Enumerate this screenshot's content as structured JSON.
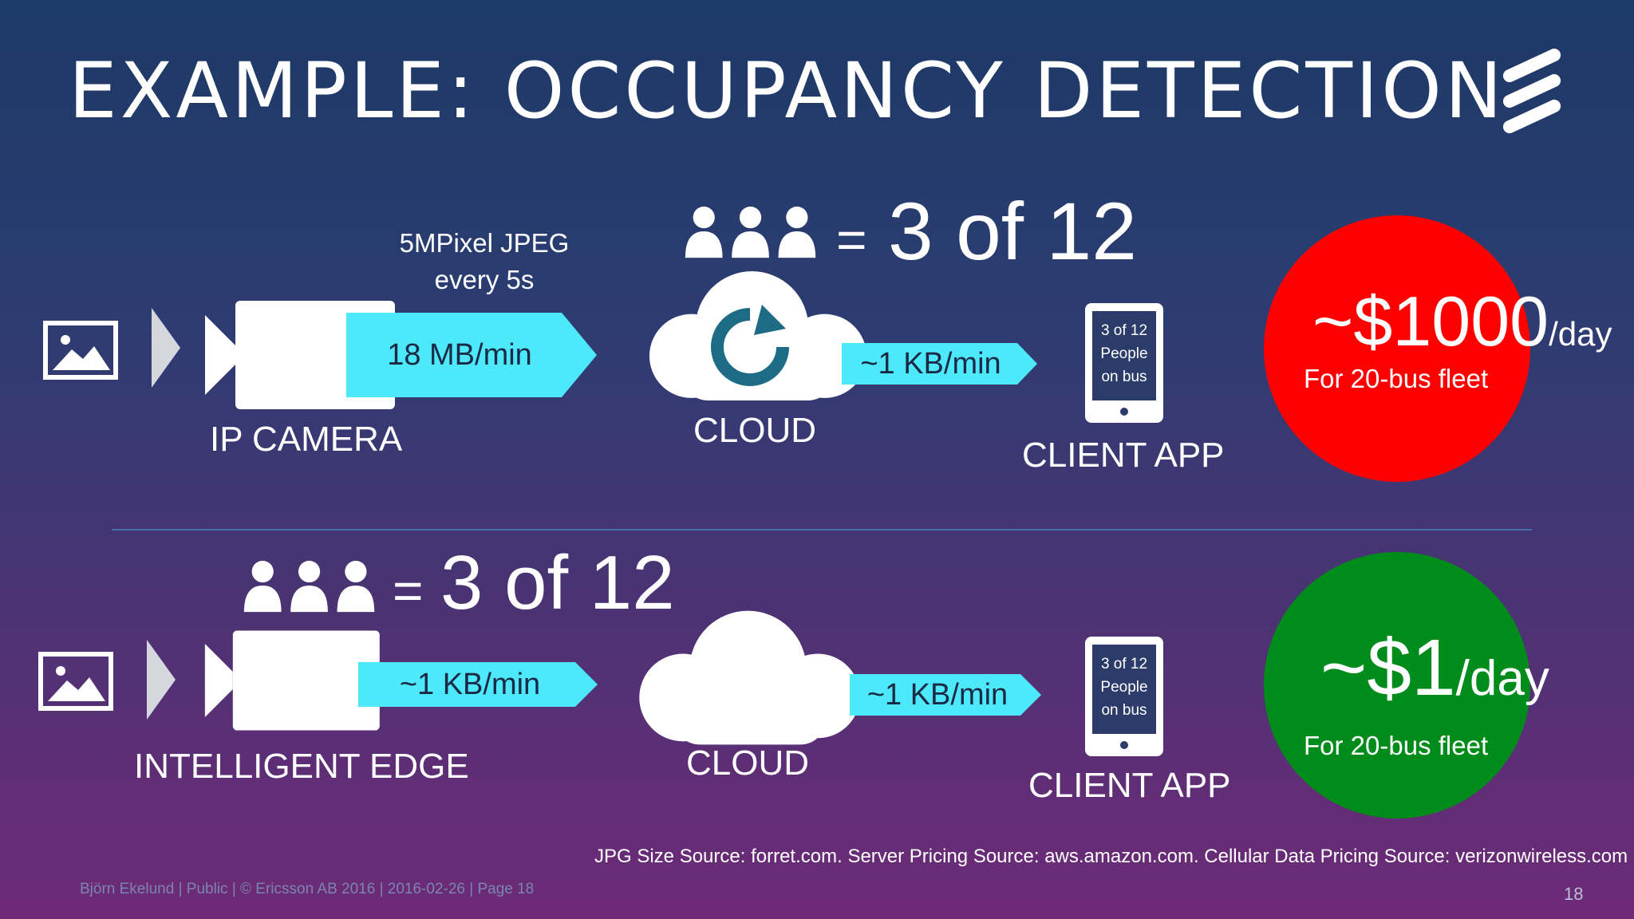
{
  "slide": {
    "title": "EXAMPLE: OCCUPANCY DETECTION",
    "colors": {
      "arrow": "#4de8fa",
      "cost_high": "#ff0000",
      "cost_low": "#008c1a",
      "cloud_sync_icon": "#1e6b86"
    }
  },
  "top": {
    "camera_annotation_line1": "5MPixel JPEG",
    "camera_annotation_line2": "every 5s",
    "camera_arrow": "18 MB/min",
    "camera_label": "IP CAMERA",
    "count_equals": "=",
    "count_text": "3 of 12",
    "cloud_label": "CLOUD",
    "cloud_arrow": "~1 KB/min",
    "phone_line1": "3 of 12",
    "phone_line2": "People",
    "phone_line3": "on bus",
    "client_label": "CLIENT APP",
    "cost_amount": "~$1000",
    "cost_unit": "/day",
    "cost_note": "For 20-bus fleet"
  },
  "bottom": {
    "count_equals": "=",
    "count_text": "3 of 12",
    "edge_arrow": "~1 KB/min",
    "edge_label": "INTELLIGENT EDGE",
    "cloud_label": "CLOUD",
    "cloud_arrow": "~1 KB/min",
    "phone_line1": "3 of 12",
    "phone_line2": "People",
    "phone_line3": "on bus",
    "client_label": "CLIENT APP",
    "cost_amount": "~$1",
    "cost_unit": "/day",
    "cost_note": "For 20-bus fleet"
  },
  "footer": {
    "sources": "JPG Size Source: forret.com. Server Pricing Source: aws.amazon.com. Cellular Data Pricing Source: verizonwireless.com",
    "meta": "Björn Ekelund  |  Public  |  © Ericsson AB 2016  |  2016-02-26  |  Page 18",
    "page_number": "18"
  }
}
